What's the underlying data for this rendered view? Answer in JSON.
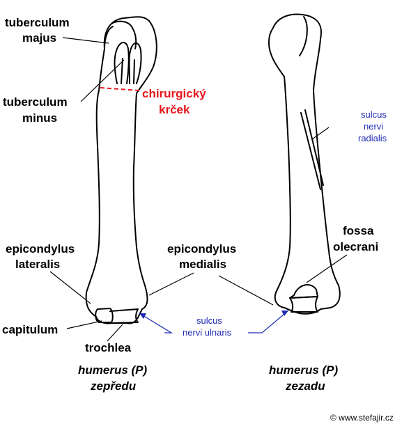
{
  "labels": {
    "tuberculum_majus": [
      "tuberculum",
      "majus"
    ],
    "tuberculum_minus": [
      "tuberculum",
      "minus"
    ],
    "chirurgicky_krcek": [
      "chirurgický",
      "krček"
    ],
    "sulcus_nervi_radialis": [
      "sulcus",
      "nervi",
      "radialis"
    ],
    "fossa_olecrani": [
      "fossa",
      "olecrani"
    ],
    "epicondylus_lateralis": [
      "epicondylus",
      "lateralis"
    ],
    "epicondylus_medialis": [
      "epicondylus",
      "medialis"
    ],
    "capitulum": "capitulum",
    "trochlea": "trochlea",
    "sulcus_nervi_ulnaris": [
      "sulcus",
      "nervi ulnaris"
    ]
  },
  "captions": {
    "front": [
      "humerus (P)",
      "zepředu"
    ],
    "back": [
      "humerus (P)",
      "zezadu"
    ]
  },
  "credit": "© www.stefajir.cz",
  "colors": {
    "black": "#000000",
    "red": "#e8141c",
    "blue": "#1f2bb4"
  }
}
